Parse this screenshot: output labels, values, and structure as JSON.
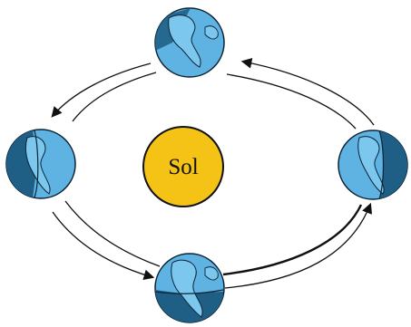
{
  "diagram": {
    "sun": {
      "label": "Sol"
    },
    "earth_positions": [
      "top",
      "left",
      "bottom",
      "right"
    ]
  },
  "colors": {
    "sun_fill": "#f4c316",
    "sun_stroke": "#111111",
    "ocean_light": "#5fb3e3",
    "ocean_dark": "#1f5f86",
    "land_outline": "#0b2233",
    "orbit_line": "#111111"
  }
}
